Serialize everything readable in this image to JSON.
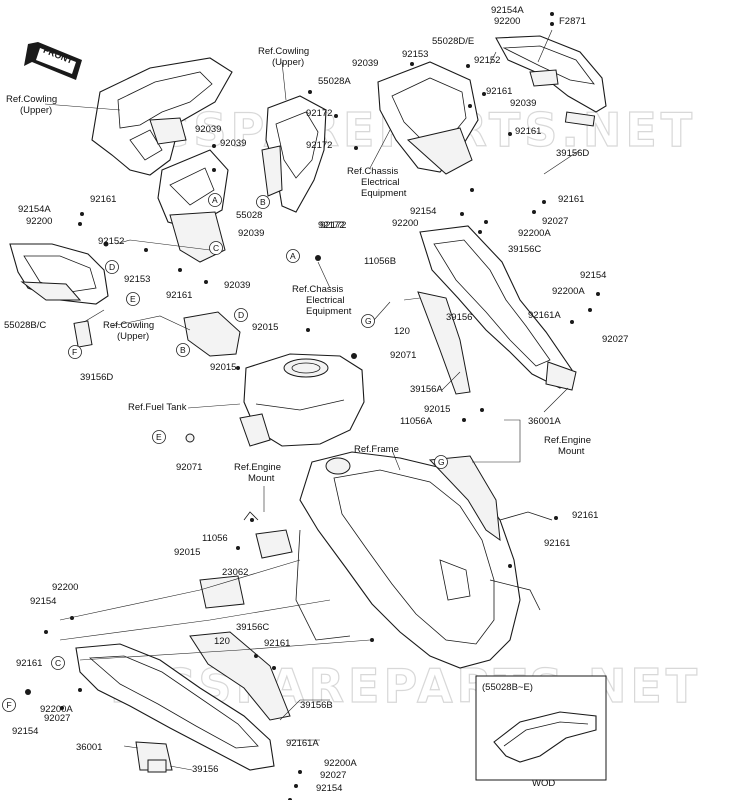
{
  "brand_mark": "FRONT",
  "watermarks": [
    "MCSPAREPARTS.NET",
    "MCSPAREPARTS.NET"
  ],
  "references": {
    "cowling_upper_top": "Ref.Cowling\n(Upper)",
    "cowling_upper_left": "Ref.Cowling\n(Upper)",
    "cowling_upper_mid": "Ref.Cowling\n(Upper)",
    "chassis_elec_top": "Ref.Chassis\nElectrical\nEquipment",
    "chassis_elec_mid": "Ref.Chassis\nElectrical\nEquipment",
    "fuel_tank": "Ref.Fuel Tank",
    "frame": "Ref.Frame",
    "engine_mount_right": "Ref.Engine\nMount",
    "engine_mount_center": "Ref.Engine\nMount"
  },
  "callouts": [
    "A",
    "B",
    "C",
    "D",
    "E",
    "F",
    "G"
  ],
  "inset": {
    "title": "(55028B~E)",
    "caption": "WOD"
  },
  "part_labels": [
    "92154A",
    "92200",
    "F2871",
    "55028D/E",
    "92153",
    "92152",
    "92039",
    "55028A",
    "92161",
    "92039",
    "92161",
    "92172",
    "92172",
    "39156D",
    "92039",
    "92039",
    "92172",
    "55028",
    "92039",
    "92154A",
    "92200",
    "92161",
    "92152",
    "92153",
    "92161",
    "92039",
    "55028B/C",
    "39156D",
    "92161",
    "92154",
    "92200",
    "92027",
    "92200A",
    "39156C",
    "92172",
    "11056B",
    "120",
    "39156",
    "92154",
    "92200A",
    "92161A",
    "92027",
    "92015",
    "92071",
    "92015",
    "39156A",
    "92015",
    "11056A",
    "36001A",
    "92071",
    "11056",
    "92015",
    "23062",
    "120",
    "39156C",
    "92161",
    "92161",
    "92161",
    "92200",
    "92154",
    "92161",
    "92200A",
    "92027",
    "92154",
    "39156B",
    "92161A",
    "36001",
    "39156",
    "92200A",
    "92027",
    "92154"
  ]
}
